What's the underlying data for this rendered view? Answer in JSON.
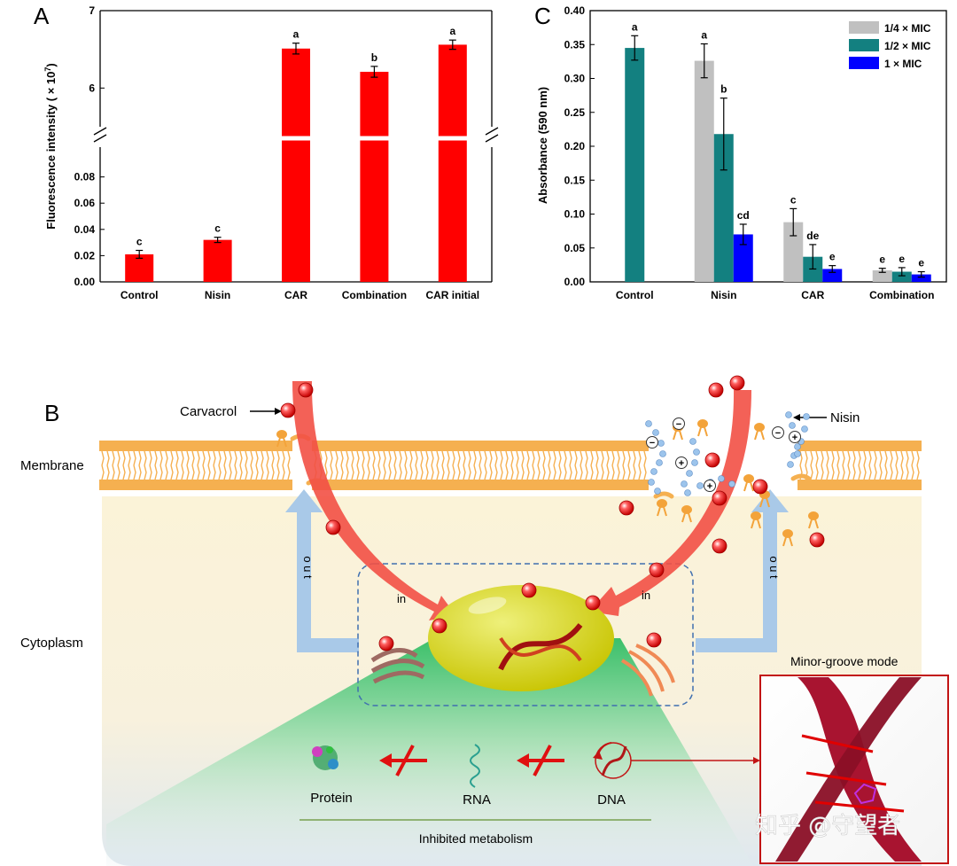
{
  "panels": {
    "a": "A",
    "b": "B",
    "c": "C"
  },
  "chart_data": [
    {
      "type": "bar",
      "panel": "A",
      "ylabel": "Fluorescence intensity ( × 10",
      "ylabel_exp": "7",
      "ylabel_close": ")",
      "categories": [
        "Control",
        "Nisin",
        "CAR",
        "Combination",
        "CAR initial"
      ],
      "series": [
        {
          "color": "#ff0000",
          "values": [
            0.021,
            0.032,
            6.51,
            6.21,
            6.56
          ],
          "errors": [
            0.003,
            0.002,
            0.07,
            0.07,
            0.06
          ],
          "letters": [
            "c",
            "c",
            "a",
            "b",
            "a"
          ]
        }
      ],
      "y_axis_broken": true,
      "lower_segment": {
        "ylim": [
          0,
          0.1
        ],
        "ticks": [
          "0.00",
          "0.02",
          "0.04",
          "0.06",
          "0.08"
        ]
      },
      "upper_segment": {
        "ylim": [
          5.5,
          7
        ],
        "ticks": [
          "6",
          "7"
        ]
      }
    },
    {
      "type": "bar",
      "panel": "C",
      "ylabel": "Absorbance (590 nm)",
      "categories": [
        "Control",
        "Nisin",
        "CAR",
        "Combination"
      ],
      "ylim": [
        0,
        0.4
      ],
      "yticks": [
        "0.00",
        "0.05",
        "0.10",
        "0.15",
        "0.20",
        "0.25",
        "0.30",
        "0.35",
        "0.40"
      ],
      "legend_position": "top-right",
      "series": [
        {
          "name": "1/4 × MIC",
          "color": "#c0c0c0",
          "values": [
            null,
            0.326,
            0.088,
            0.017
          ],
          "errors": [
            null,
            0.025,
            0.02,
            0.003
          ],
          "letters": [
            null,
            "a",
            "c",
            "e"
          ]
        },
        {
          "name": "1/2 × MIC",
          "color": "#138080",
          "values": [
            0.345,
            0.218,
            0.037,
            0.015
          ],
          "errors": [
            0.018,
            0.053,
            0.018,
            0.006
          ],
          "letters": [
            "a",
            "b",
            "de",
            "e"
          ]
        },
        {
          "name": "1 × MIC",
          "color": "#0000ff",
          "values": [
            null,
            0.07,
            0.019,
            0.011
          ],
          "errors": [
            null,
            0.015,
            0.005,
            0.004
          ],
          "letters": [
            null,
            "cd",
            "e",
            "e"
          ]
        }
      ]
    }
  ],
  "diagram": {
    "carvacrol": "Carvacrol",
    "nisin": "Nisin",
    "membrane": "Membrane",
    "cytoplasm": "Cytoplasm",
    "in_left": "in",
    "in_right": "in",
    "out_left": "o u t",
    "out_right": "o u t",
    "minor_groove": "Minor-groove mode",
    "protein": "Protein",
    "rna": "RNA",
    "dna": "DNA",
    "inhibited": "Inhibited metabolism",
    "watermark": "知乎 @守望者",
    "plus": "+",
    "minus": "−"
  }
}
